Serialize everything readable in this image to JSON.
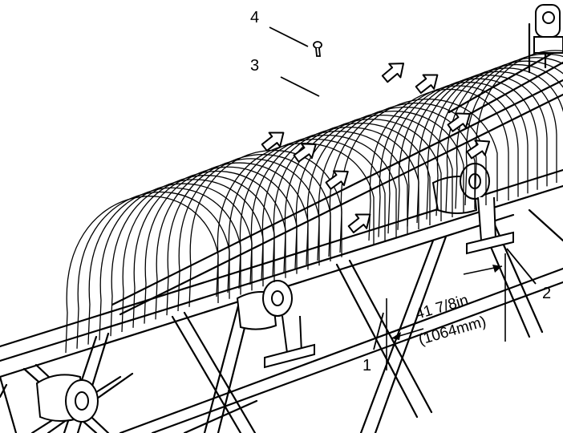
{
  "callouts": {
    "c1": "1",
    "c2": "2",
    "c3": "3",
    "c4": "4"
  },
  "dimension": {
    "imperial": "41 7/8in",
    "metric": "(1064mm)"
  },
  "colors": {
    "line": "#000000",
    "background": "#ffffff",
    "arrow_fill": "#ffffff"
  },
  "parts": {
    "hood_sections": 3,
    "hood_ribs_per_section": 12,
    "arrows": 8
  }
}
